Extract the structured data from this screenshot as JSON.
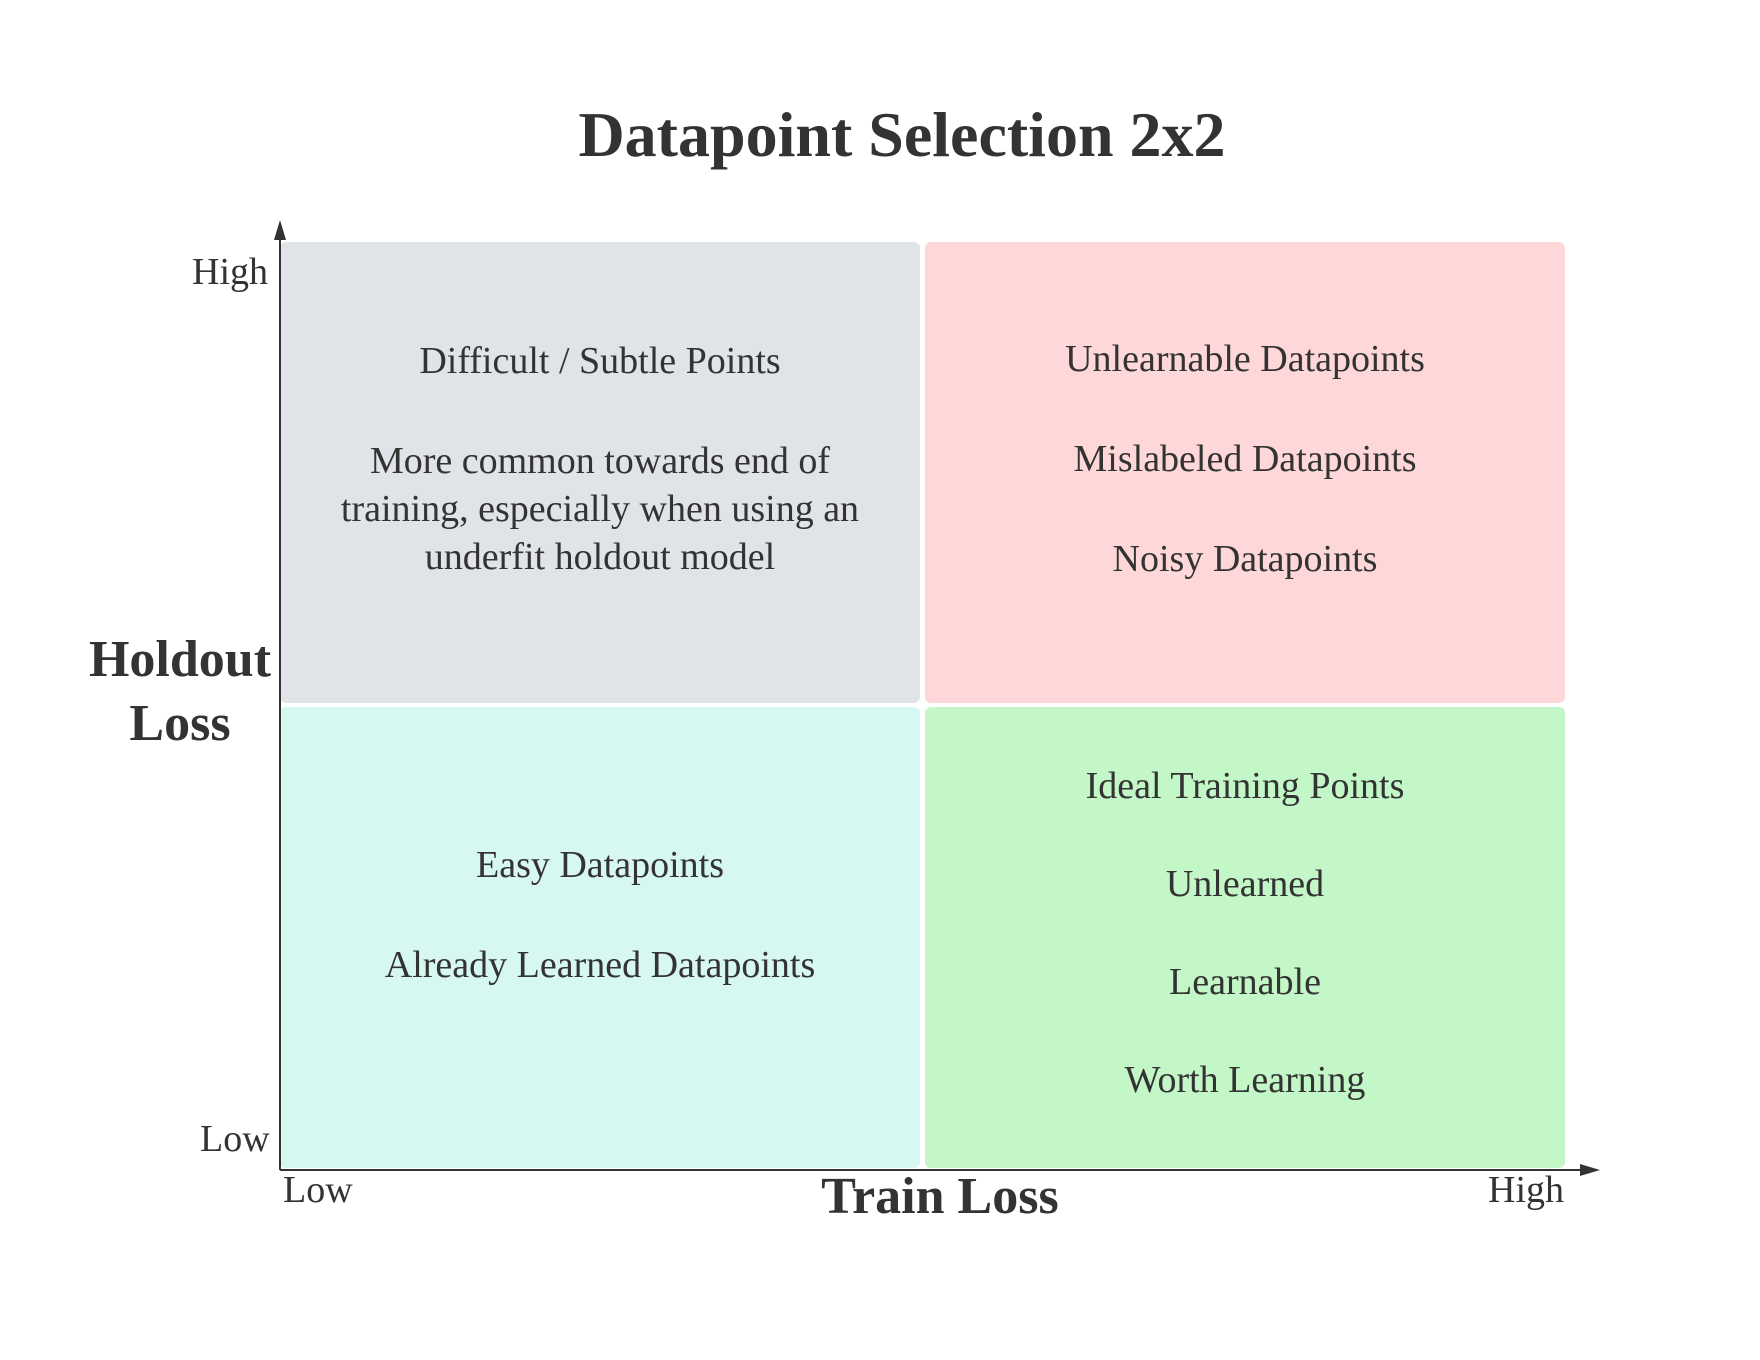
{
  "title": "Datapoint Selection 2x2",
  "axes": {
    "y_title": "Holdout Loss",
    "x_title": "Train Loss",
    "y_high": "High",
    "y_low": "Low",
    "x_low": "Low",
    "x_high": "High"
  },
  "quadrants": {
    "top_left": {
      "color": "#e0e3e8",
      "title": "Difficult / Subtle Points",
      "description": "More common towards end of training, especially when using an underfit holdout model"
    },
    "top_right": {
      "color": "#fed7d8",
      "items": [
        "Unlearnable Datapoints",
        "Mislabeled Datapoints",
        "Noisy Datapoints"
      ]
    },
    "bottom_left": {
      "color": "#d7f8f1",
      "items": [
        "Easy Datapoints",
        "Already Learned Datapoints"
      ]
    },
    "bottom_right": {
      "color": "#c3f7c7",
      "items": [
        "Ideal Training Points",
        "Unlearned",
        "Learnable",
        "Worth Learning"
      ]
    }
  },
  "colors": {
    "text": "#333333",
    "axis": "#333333"
  }
}
